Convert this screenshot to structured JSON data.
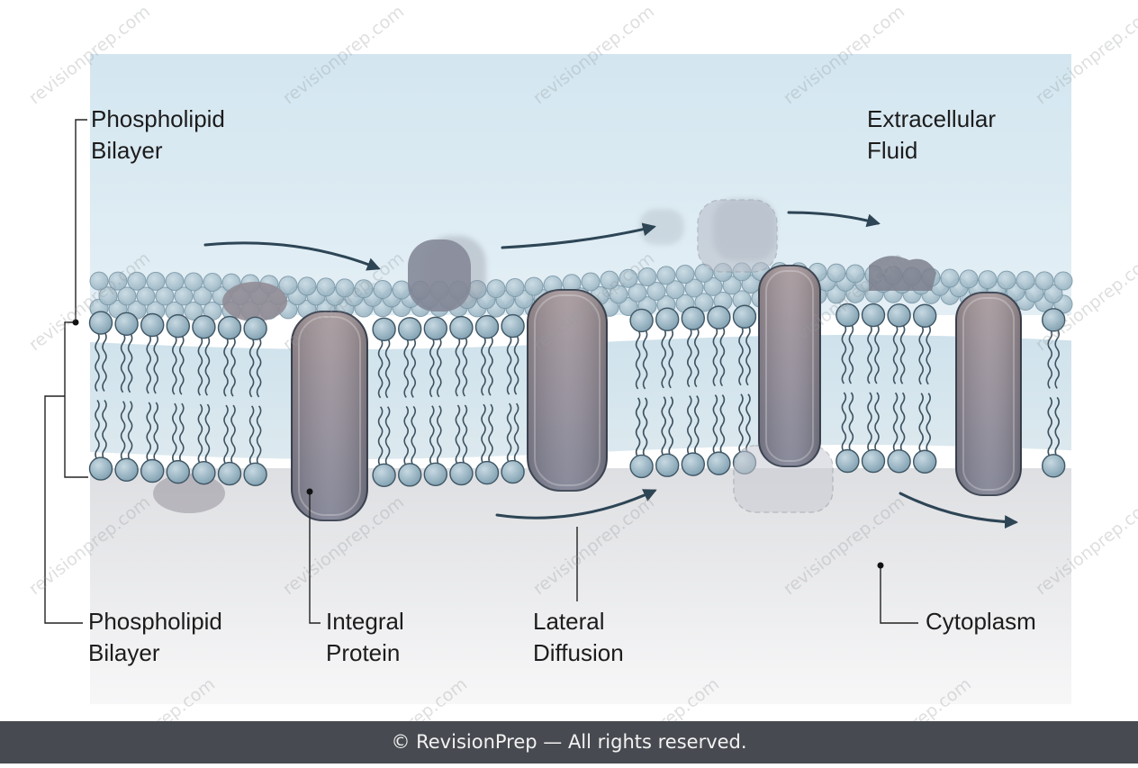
{
  "labels": {
    "top_left": [
      "Phospholipid",
      "Bilayer"
    ],
    "top_right": [
      "Extracellular",
      "Fluid"
    ],
    "bottom_left": [
      "Phospholipid",
      "Bilayer"
    ],
    "integral_protein": [
      "Integral",
      "Protein"
    ],
    "lateral_diffusion": [
      "Lateral",
      "Diffusion"
    ],
    "cytoplasm": "Cytoplasm"
  },
  "watermark": "revisionprep.com",
  "footer": "© RevisionPrep — All rights reserved.",
  "colors": {
    "extracellular": "#d7e8f1",
    "cytoplasm": "#e6e7e9",
    "lipid_head": "#8facbb",
    "protein": "#8a8a98",
    "arrow": "#2d4555",
    "footer_bg": "#474a50"
  }
}
